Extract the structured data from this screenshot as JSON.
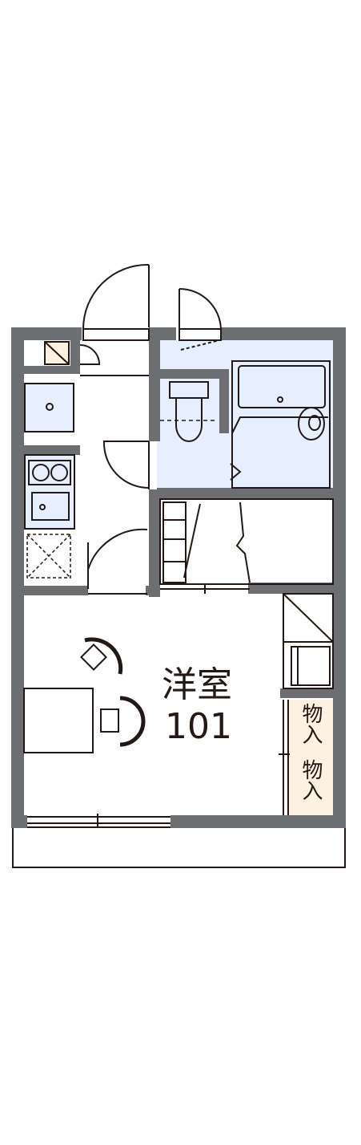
{
  "room": {
    "type_label": "洋室",
    "number": "101"
  },
  "storage": {
    "label_1": "物入",
    "label_2": "物入"
  },
  "colors": {
    "wall": "#6d6e71",
    "wet_area": "#e6efff",
    "storage_fill": "#fdf1e1",
    "line": "#231815",
    "background": "#ffffff"
  }
}
